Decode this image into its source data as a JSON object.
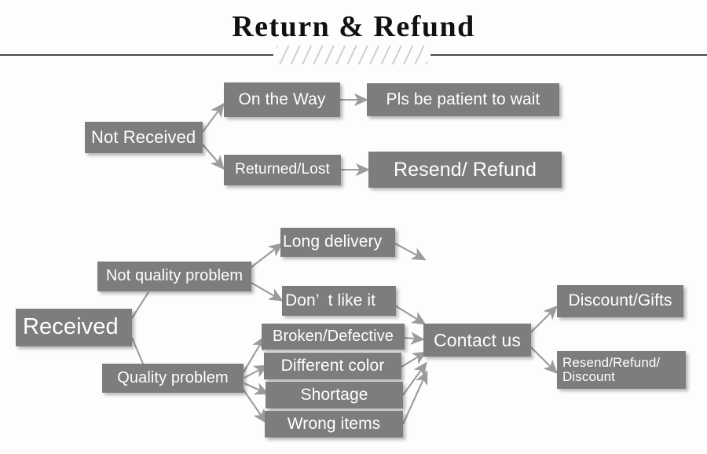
{
  "header": {
    "title": "Return & Refund",
    "divider_style": "hatched-rule"
  },
  "flow": {
    "not_received": {
      "root_label": "Not Received",
      "branches": [
        {
          "label": "On the Way",
          "outcome": "Pls be patient to wait"
        },
        {
          "label": "Returned/Lost",
          "outcome": "Resend/ Refund"
        }
      ]
    },
    "received": {
      "root_label": "Received",
      "categories": [
        {
          "label": "Not quality problem",
          "reasons": [
            "Long delivery",
            "Don’  t like it"
          ]
        },
        {
          "label": "Quality problem",
          "reasons": [
            "Broken/Defective",
            "Different color",
            "Shortage",
            "Wrong items"
          ]
        }
      ],
      "action_label": "Contact us",
      "outcomes": [
        "Discount/Gifts",
        "Resend/Refund/\nDiscount"
      ]
    }
  },
  "colors": {
    "box_fill": "#7d7d7d",
    "box_text": "#ffffff",
    "arrow": "#9b9b9b",
    "rule": "#4a4a4f",
    "background": "#fdfdfd",
    "title_text": "#111111"
  }
}
